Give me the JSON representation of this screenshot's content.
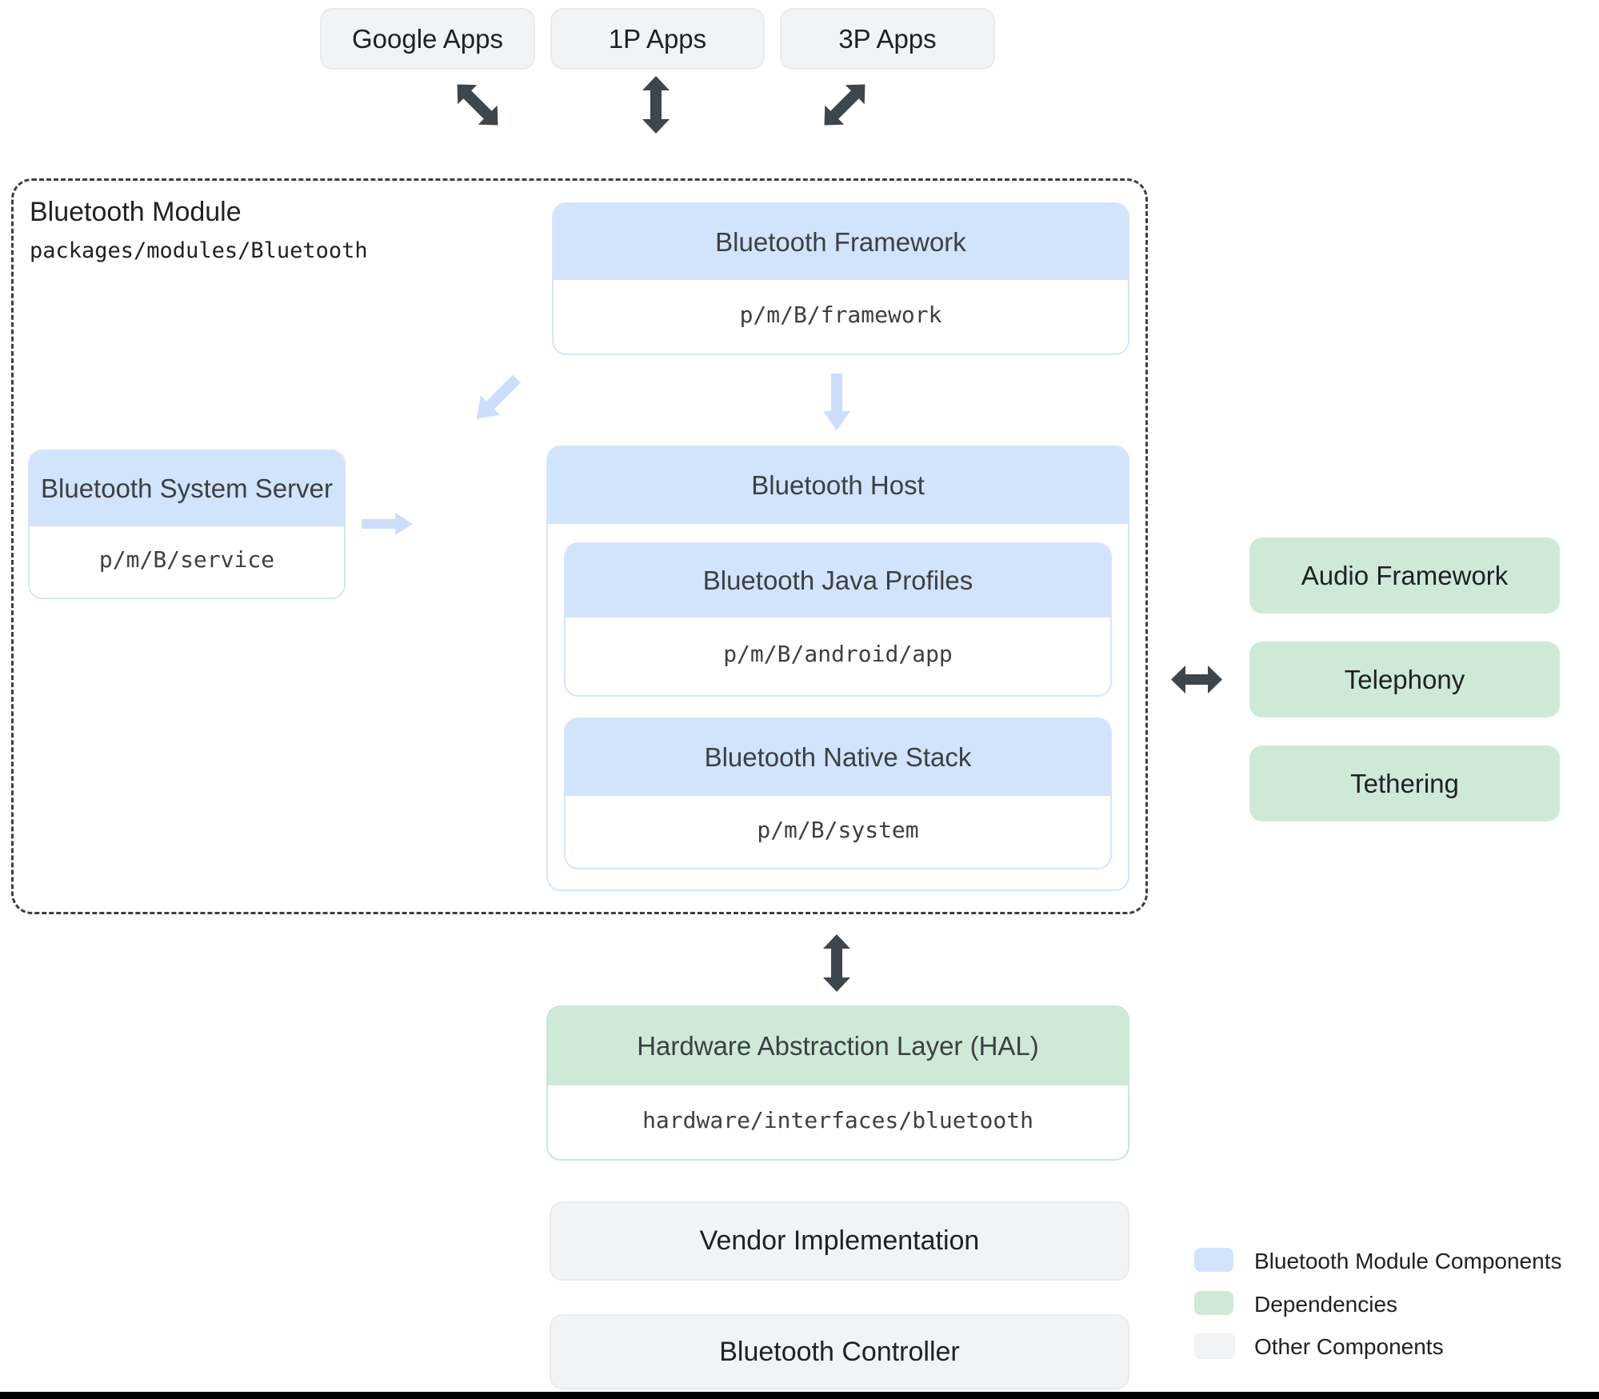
{
  "top_apps": {
    "items": [
      {
        "label": "Google Apps"
      },
      {
        "label": "1P Apps"
      },
      {
        "label": "3P Apps"
      }
    ]
  },
  "bluetooth_module": {
    "title": "Bluetooth Module",
    "path": "packages/modules/Bluetooth",
    "framework": {
      "title": "Bluetooth Framework",
      "path": "p/m/B/framework"
    },
    "system_server": {
      "title": "Bluetooth System Server",
      "path": "p/m/B/service"
    },
    "host": {
      "title": "Bluetooth Host",
      "java_profiles": {
        "title": "Bluetooth Java Profiles",
        "path": "p/m/B/android/app"
      },
      "native_stack": {
        "title": "Bluetooth Native Stack",
        "path": "p/m/B/system"
      }
    }
  },
  "dependencies": {
    "items": [
      {
        "label": "Audio Framework"
      },
      {
        "label": "Telephony"
      },
      {
        "label": "Tethering"
      }
    ]
  },
  "hal": {
    "title": "Hardware Abstraction Layer (HAL)",
    "path": "hardware/interfaces/bluetooth"
  },
  "other_components": {
    "items": [
      {
        "label": "Vendor Implementation"
      },
      {
        "label": "Bluetooth Controller"
      }
    ]
  },
  "legend": {
    "items": [
      {
        "label": "Bluetooth Module Components",
        "color": "#d2e3fc"
      },
      {
        "label": "Dependencies",
        "color": "#ceead6"
      },
      {
        "label": "Other Components",
        "color": "#f1f3f4"
      }
    ]
  },
  "colors": {
    "module_component": "#d2e3fc",
    "dependency": "#ceead6",
    "other_component": "#f1f3f4",
    "arrow_dark": "#3d464d",
    "arrow_light": "#cdddfb"
  }
}
